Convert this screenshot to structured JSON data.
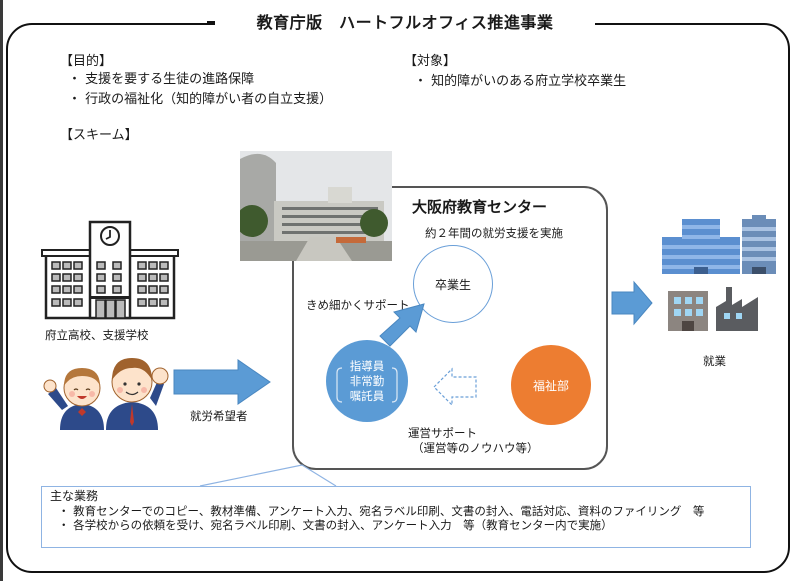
{
  "header": {
    "title": "教育庁版　ハートフルオフィス推進事業"
  },
  "purpose": {
    "label": "【目的】",
    "items": [
      "・ 支援を要する生徒の進路保障",
      "・ 行政の福祉化（知的障がい者の自立支援）"
    ]
  },
  "target": {
    "label": "【対象】",
    "items": [
      "・ 知的障がいのある府立学校卒業生"
    ]
  },
  "scheme": {
    "label": "【スキーム】",
    "school_caption": "府立高校、支援学校",
    "applicants_caption": "就労希望者",
    "center": {
      "title": "大阪府教育センター",
      "subtitle": "約２年間の就労支援を実施",
      "graduate_label": "卒業生",
      "support_label": "きめ細かくサポート",
      "staff_lines": [
        "指導員",
        "非常勤",
        "嘱託員"
      ],
      "welfare_label": "福祉部",
      "ops_support_line1": "運営サポート",
      "ops_support_line2": "（運営等のノウハウ等）"
    },
    "employment_caption": "就業"
  },
  "duties": {
    "title": "主な業務",
    "items": [
      "・ 教育センターでのコピー、教材準備、アンケート入力、宛名ラベル印刷、文書の封入、電話対応、資料のファイリング　等",
      "・ 各学校からの依頼を受け、宛名ラベル印刷、文書の封入、アンケート入力　等（教育センター内で実施）"
    ]
  },
  "colors": {
    "arrow_blue": "#5b9bd5",
    "welfare_orange": "#ed7d31",
    "outline_blue": "#8fb4e3"
  }
}
